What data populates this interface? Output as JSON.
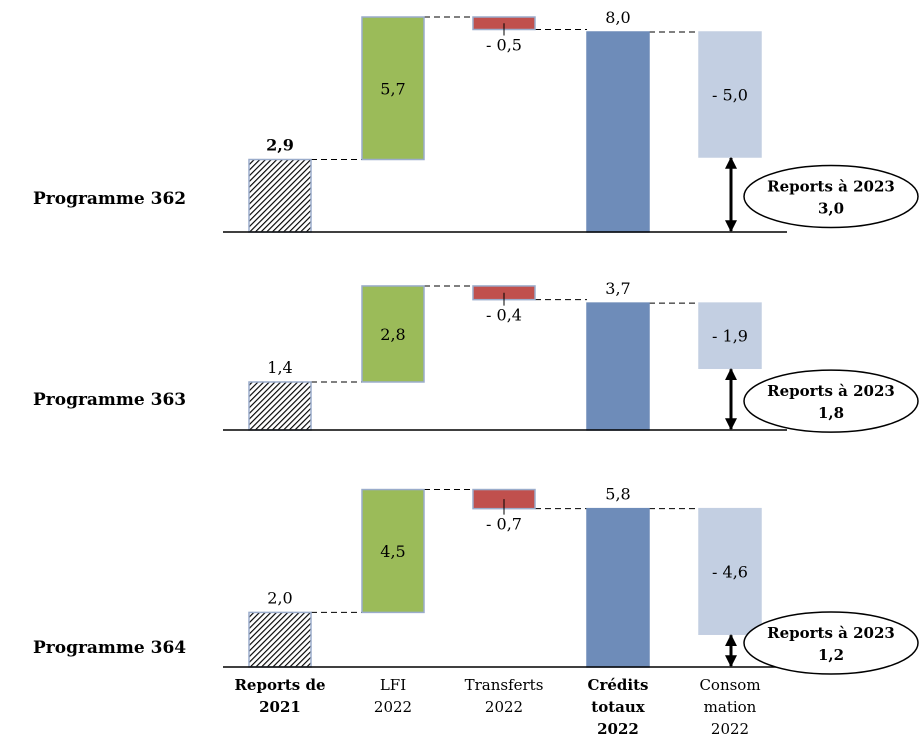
{
  "chart_data": {
    "type": "bar",
    "variant": "waterfall",
    "title": "",
    "xlabel": "",
    "ylabel": "",
    "grid": false,
    "legend": "none",
    "categories": [
      {
        "key": "reports_2021",
        "lines": [
          "Reports de",
          "2021"
        ],
        "bold": true
      },
      {
        "key": "lfi_2022",
        "lines": [
          "LFI",
          "2022"
        ],
        "bold": false
      },
      {
        "key": "transferts_2022",
        "lines": [
          "Transferts",
          "2022"
        ],
        "bold": false
      },
      {
        "key": "credits_totaux_2022",
        "lines": [
          "Crédits",
          "totaux",
          "2022"
        ],
        "bold": true
      },
      {
        "key": "consommation_2022",
        "lines": [
          "Consom",
          "mation",
          "2022"
        ],
        "bold": false
      }
    ],
    "colors": {
      "reports_2021": "hatched",
      "lfi_2022": "#9bbb59",
      "transferts_2022": "#c0504d",
      "credits_totaux_2022": "#6e8cb9",
      "consommation_2022": "#c3cfe2",
      "bar_border": "#9aaccb"
    },
    "panels": [
      {
        "name": "Programme 362",
        "values": [
          2.9,
          5.7,
          -0.5,
          8.0,
          -5.0
        ],
        "value_labels": [
          "2,9",
          "5,7",
          "- 0,5",
          "8,0",
          "- 5,0"
        ],
        "start_label_bold": true,
        "carryover": {
          "label": "Reports à 2023",
          "value": 3.0,
          "value_label": "3,0"
        }
      },
      {
        "name": "Programme 363",
        "values": [
          1.4,
          2.8,
          -0.4,
          3.7,
          -1.9
        ],
        "value_labels": [
          "1,4",
          "2,8",
          "- 0,4",
          "3,7",
          "- 1,9"
        ],
        "start_label_bold": false,
        "carryover": {
          "label": "Reports à 2023",
          "value": 1.8,
          "value_label": "1,8"
        }
      },
      {
        "name": "Programme 364",
        "values": [
          2.0,
          4.5,
          -0.7,
          5.8,
          -4.6
        ],
        "value_labels": [
          "2,0",
          "4,5",
          "- 0,7",
          "5,8",
          "- 4,6"
        ],
        "start_label_bold": false,
        "carryover": {
          "label": "Reports à 2023",
          "value": 1.2,
          "value_label": "1,2"
        }
      }
    ]
  }
}
